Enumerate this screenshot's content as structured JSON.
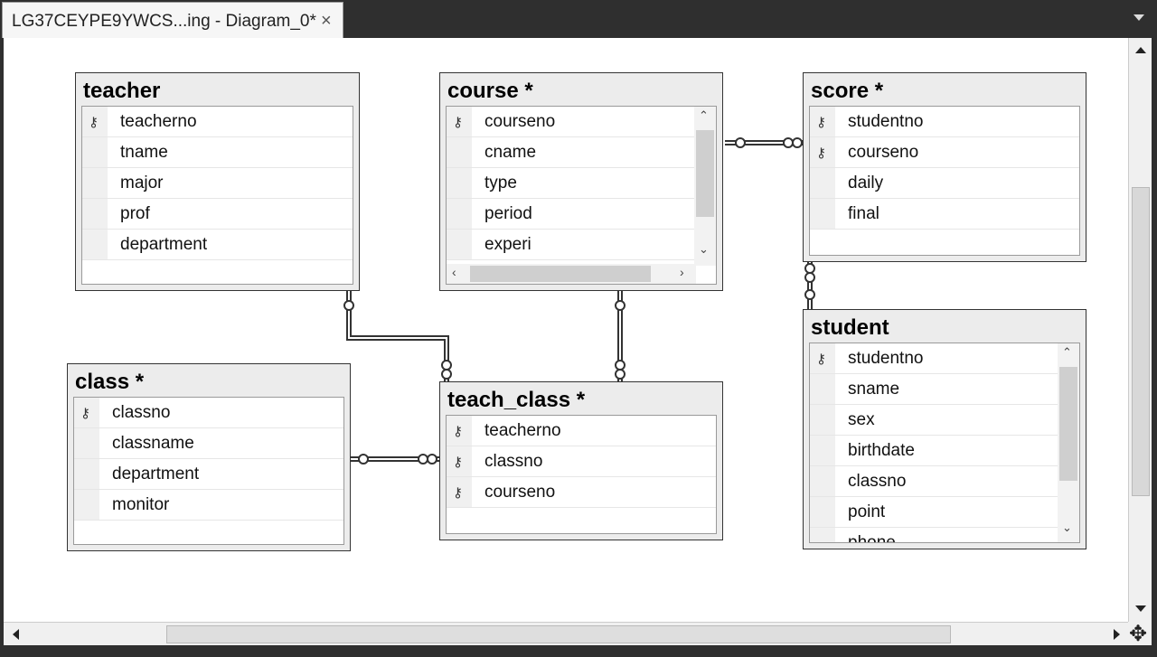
{
  "tab": {
    "title": "LG37CEYPE9YWCS...ing - Diagram_0*",
    "close_glyph": "×"
  },
  "tables": {
    "teacher": {
      "name": "teacher",
      "columns": [
        {
          "name": "teacherno",
          "key": true
        },
        {
          "name": "tname",
          "key": false
        },
        {
          "name": "major",
          "key": false
        },
        {
          "name": "prof",
          "key": false
        },
        {
          "name": "department",
          "key": false
        }
      ]
    },
    "course": {
      "name": "course *",
      "columns": [
        {
          "name": "courseno",
          "key": true
        },
        {
          "name": "cname",
          "key": false
        },
        {
          "name": "type",
          "key": false
        },
        {
          "name": "period",
          "key": false
        },
        {
          "name": "experi",
          "key": false
        }
      ]
    },
    "score": {
      "name": "score *",
      "columns": [
        {
          "name": "studentno",
          "key": true
        },
        {
          "name": "courseno",
          "key": true
        },
        {
          "name": "daily",
          "key": false
        },
        {
          "name": "final",
          "key": false
        }
      ]
    },
    "class": {
      "name": "class *",
      "columns": [
        {
          "name": "classno",
          "key": true
        },
        {
          "name": "classname",
          "key": false
        },
        {
          "name": "department",
          "key": false
        },
        {
          "name": "monitor",
          "key": false
        }
      ]
    },
    "teach_class": {
      "name": "teach_class *",
      "columns": [
        {
          "name": "teacherno",
          "key": true
        },
        {
          "name": "classno",
          "key": true
        },
        {
          "name": "courseno",
          "key": true
        }
      ]
    },
    "student": {
      "name": "student",
      "columns": [
        {
          "name": "studentno",
          "key": true
        },
        {
          "name": "sname",
          "key": false
        },
        {
          "name": "sex",
          "key": false
        },
        {
          "name": "birthdate",
          "key": false
        },
        {
          "name": "classno",
          "key": false
        },
        {
          "name": "point",
          "key": false
        },
        {
          "name": "phone",
          "key": false
        }
      ]
    }
  },
  "icons": {
    "key": "key-icon",
    "close": "close-icon",
    "dropdown": "chevron-down-icon",
    "move": "move-icon"
  }
}
